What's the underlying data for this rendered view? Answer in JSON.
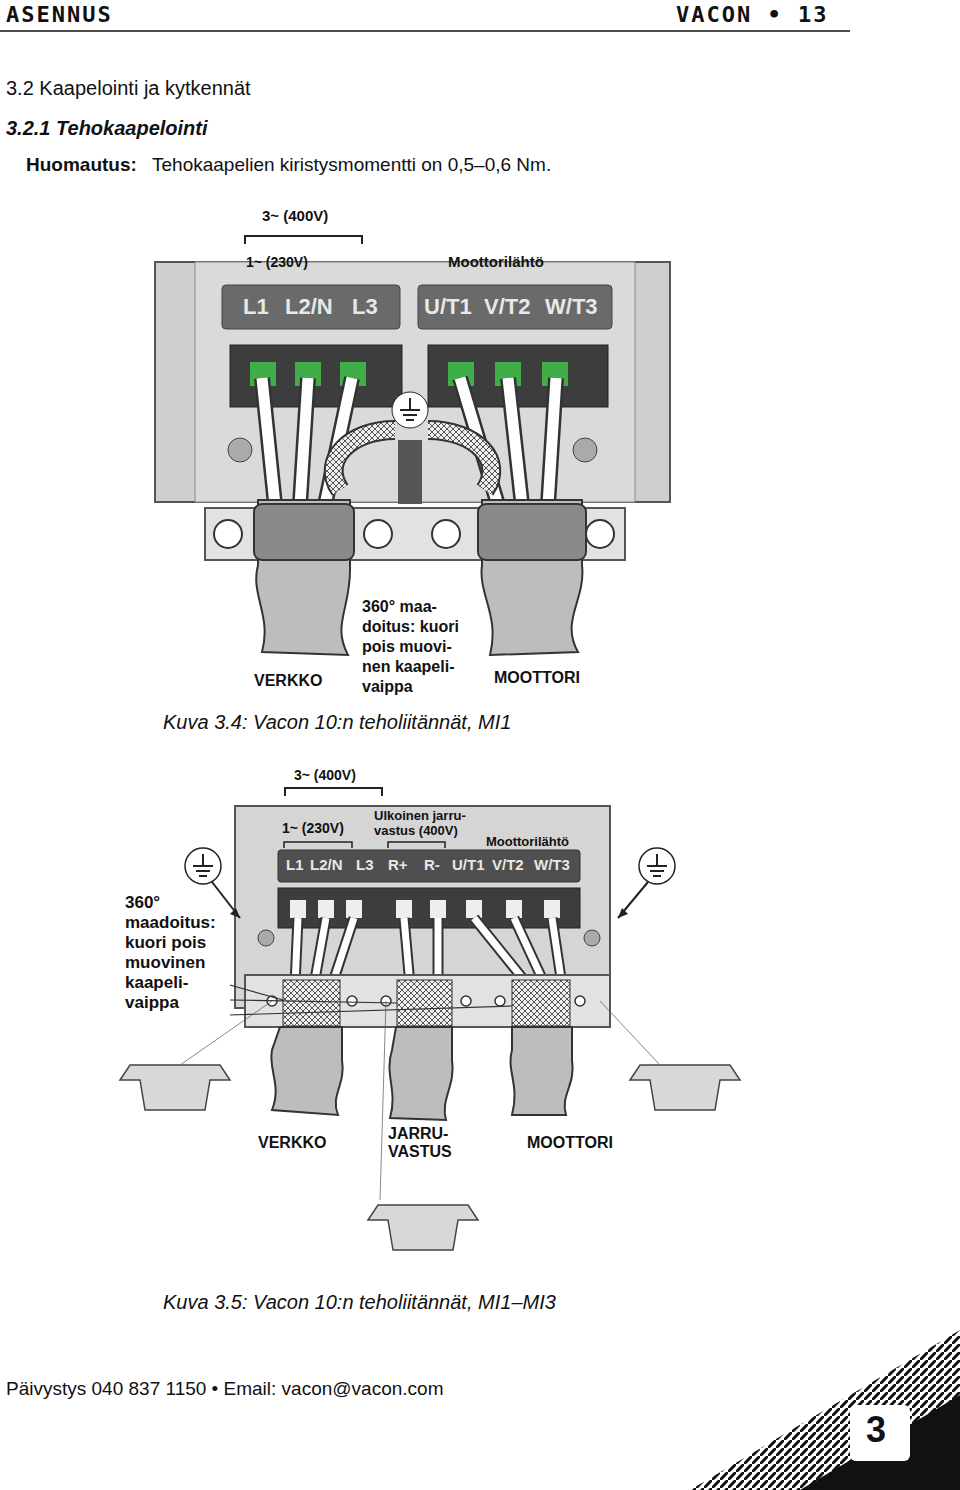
{
  "diagram": {
    "title": "3.2 Kaapelointi ja kytkennät",
    "labels": [
      "ASENNUS",
      "VACON • 13",
      "3.2.1 Tehokaapelointi",
      "Huomautus:",
      "Tehokaapelien kiristysmomentti on 0,5–0,6 Nm.",
      "3~ (400V)",
      "1~ (230V)",
      "Moottorilähtö",
      "L1",
      "L2/N",
      "L3",
      "U/T1",
      "V/T2",
      "W/T3",
      "360° maa- doitus: kuori pois muovi- nen kaapeli- vaippa",
      "VERKKO",
      "MOOTTORI",
      "Kuva 3.4: Vacon 10:n teholiitännät, MI1",
      "3~ (400V)",
      "1~ (230V)",
      "Ulkoinen jarru- vastus (400V)",
      "Moottorilähtö",
      "L1",
      "L2/N",
      "L3",
      "R+",
      "R-",
      "U/T1",
      "V/T2",
      "W/T3",
      "360° maadoitus: kuori pois muovinen kaapeli- vaippa",
      "VERKKO",
      "JARRU- VASTUS",
      "MOOTTORI",
      "Kuva 3.5: Vacon 10:n teholiitännät, MI1–MI3",
      "Päivystys 040 837 1150 • Email: vacon@vacon.com",
      "3"
    ]
  }
}
